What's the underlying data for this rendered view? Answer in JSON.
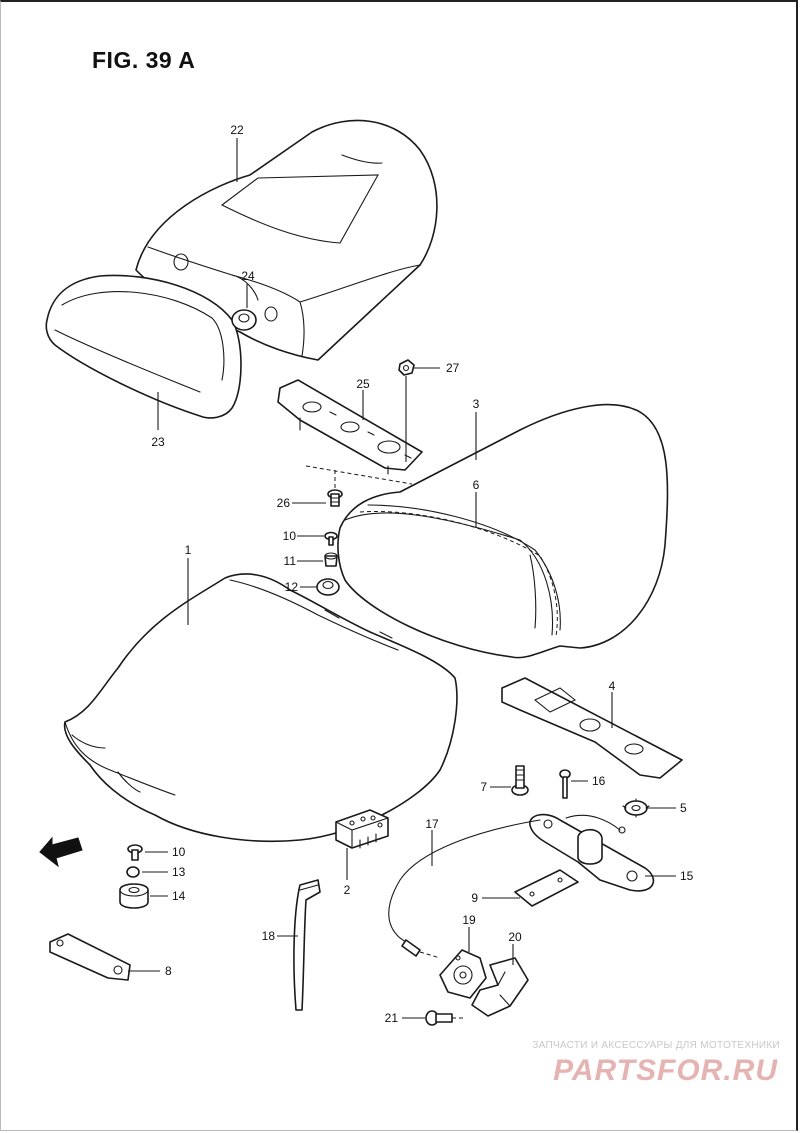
{
  "figure": {
    "title": "FIG. 39 A"
  },
  "forward_marker": {
    "label": "FWD"
  },
  "parts": [
    {
      "id": "1",
      "label": "1"
    },
    {
      "id": "2",
      "label": "2"
    },
    {
      "id": "3",
      "label": "3"
    },
    {
      "id": "4",
      "label": "4"
    },
    {
      "id": "5",
      "label": "5"
    },
    {
      "id": "6",
      "label": "6"
    },
    {
      "id": "7",
      "label": "7"
    },
    {
      "id": "8",
      "label": "8"
    },
    {
      "id": "9",
      "label": "9"
    },
    {
      "id": "10a",
      "label": "10"
    },
    {
      "id": "10b",
      "label": "10"
    },
    {
      "id": "11",
      "label": "11"
    },
    {
      "id": "12",
      "label": "12"
    },
    {
      "id": "13",
      "label": "13"
    },
    {
      "id": "14",
      "label": "14"
    },
    {
      "id": "15",
      "label": "15"
    },
    {
      "id": "16",
      "label": "16"
    },
    {
      "id": "17",
      "label": "17"
    },
    {
      "id": "18",
      "label": "18"
    },
    {
      "id": "19",
      "label": "19"
    },
    {
      "id": "20",
      "label": "20"
    },
    {
      "id": "21",
      "label": "21"
    },
    {
      "id": "22",
      "label": "22"
    },
    {
      "id": "23",
      "label": "23"
    },
    {
      "id": "24",
      "label": "24"
    },
    {
      "id": "25",
      "label": "25"
    },
    {
      "id": "26",
      "label": "26"
    },
    {
      "id": "27",
      "label": "27"
    }
  ],
  "watermark": {
    "tagline": "ЗАПЧАСТИ И АКСЕССУАРЫ ДЛЯ МОТОТЕХНИКИ",
    "logo": "PARTSFOR.RU",
    "color": "#e6b3b3"
  }
}
